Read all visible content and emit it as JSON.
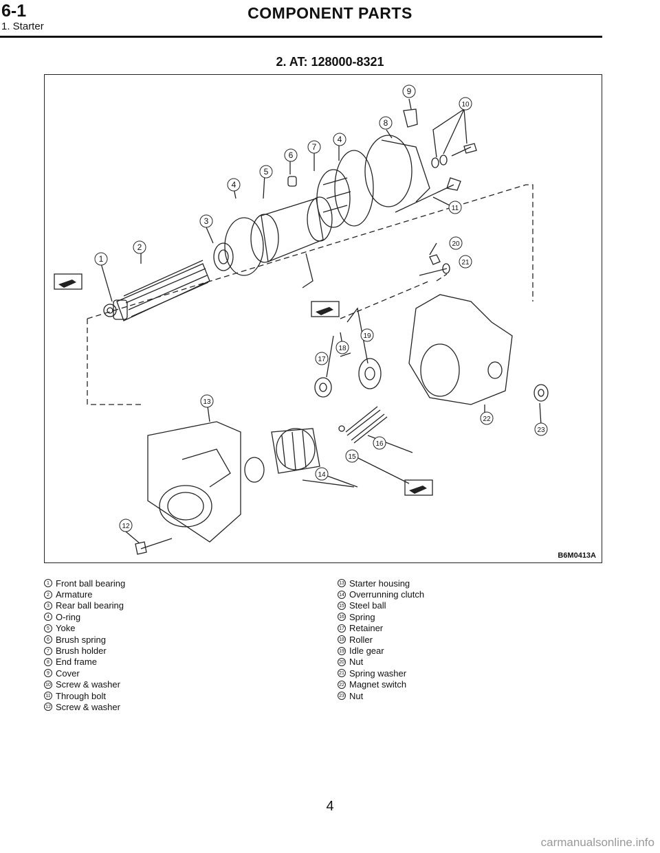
{
  "header": {
    "section": "6-1",
    "subsection": "1. Starter",
    "title": "COMPONENT PARTS"
  },
  "figure": {
    "title": "2. AT: 128000-8321",
    "code": "B6M0413A"
  },
  "legend_left": [
    {
      "num": "1",
      "label": "Front ball bearing"
    },
    {
      "num": "2",
      "label": "Armature"
    },
    {
      "num": "3",
      "label": "Rear ball bearing"
    },
    {
      "num": "4",
      "label": "O-ring"
    },
    {
      "num": "5",
      "label": "Yoke"
    },
    {
      "num": "6",
      "label": "Brush spring"
    },
    {
      "num": "7",
      "label": "Brush holder"
    },
    {
      "num": "8",
      "label": "End frame"
    },
    {
      "num": "9",
      "label": "Cover"
    },
    {
      "num": "10",
      "label": "Screw & washer"
    },
    {
      "num": "11",
      "label": "Through bolt"
    },
    {
      "num": "12",
      "label": "Screw & washer"
    }
  ],
  "legend_right": [
    {
      "num": "13",
      "label": "Starter housing"
    },
    {
      "num": "14",
      "label": "Overrunning clutch"
    },
    {
      "num": "15",
      "label": "Steel ball"
    },
    {
      "num": "16",
      "label": "Spring"
    },
    {
      "num": "17",
      "label": "Retainer"
    },
    {
      "num": "18",
      "label": "Roller"
    },
    {
      "num": "19",
      "label": "Idle gear"
    },
    {
      "num": "20",
      "label": "Nut"
    },
    {
      "num": "21",
      "label": "Spring washer"
    },
    {
      "num": "22",
      "label": "Magnet switch"
    },
    {
      "num": "23",
      "label": "Nut"
    }
  ],
  "callouts": [
    "1",
    "2",
    "3",
    "4",
    "5",
    "6",
    "7",
    "8",
    "9",
    "10",
    "11",
    "12",
    "13",
    "14",
    "15",
    "16",
    "17",
    "18",
    "19",
    "20",
    "21",
    "22",
    "23",
    "4"
  ],
  "footer": {
    "page_number": "4",
    "watermark": "carmanualsonline.info"
  }
}
